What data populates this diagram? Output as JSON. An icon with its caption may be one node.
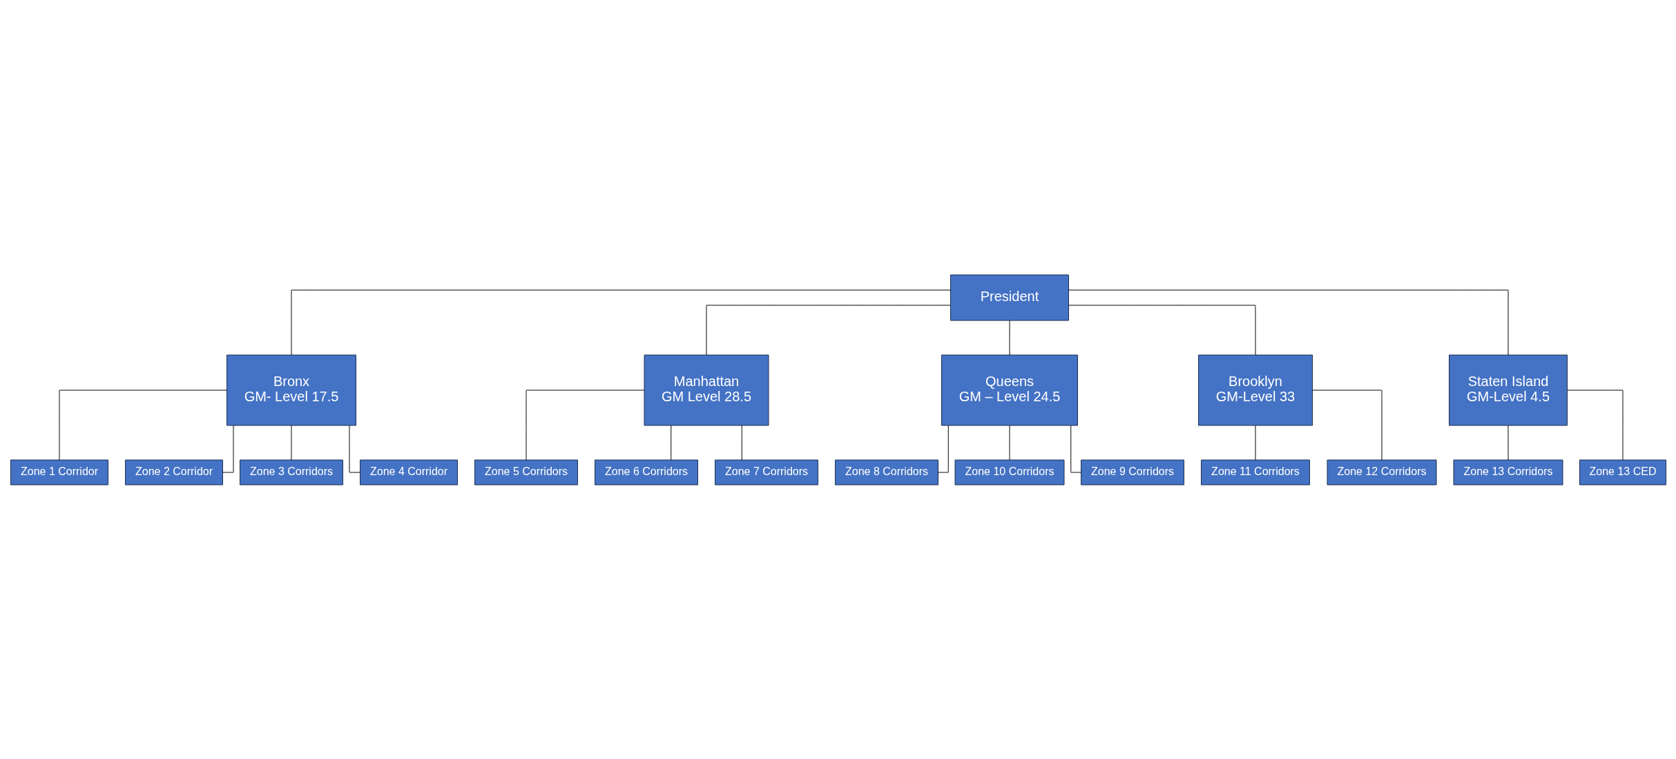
{
  "diagram": {
    "nodes": [
      {
        "text": [
          "President"
        ]
      },
      {
        "text": [
          "Bronx",
          "GM- Level 17.5"
        ]
      },
      {
        "text": [
          "Manhattan",
          "GM Level 28.5"
        ]
      },
      {
        "text": [
          "Queens",
          "GM – Level 24.5"
        ]
      },
      {
        "text": [
          "Brooklyn",
          "GM-Level 33"
        ]
      },
      {
        "text": [
          "Staten Island",
          "GM-Level 4.5"
        ]
      },
      {
        "text": [
          "Zone 1 Corridor"
        ]
      },
      {
        "text": [
          "Zone 2 Corridor"
        ]
      },
      {
        "text": [
          "Zone 3 Corridors"
        ]
      },
      {
        "text": [
          "Zone 4 Corridor"
        ]
      },
      {
        "text": [
          "Zone 5 Corridors"
        ]
      },
      {
        "text": [
          "Zone 6 Corridors"
        ]
      },
      {
        "text": [
          "Zone 7 Corridors"
        ]
      },
      {
        "text": [
          "Zone 8 Corridors"
        ]
      },
      {
        "text": [
          "Zone 10 Corridors"
        ]
      },
      {
        "text": [
          "Zone 9 Corridors"
        ]
      },
      {
        "text": [
          "Zone 11 Corridors"
        ]
      },
      {
        "text": [
          "Zone 12 Corridors"
        ]
      },
      {
        "text": [
          "Zone 13 Corridors"
        ]
      },
      {
        "text": [
          "Zone 13 CED"
        ]
      }
    ],
    "edges": [
      {
        "from": 0,
        "to": 1,
        "arrow": "none"
      },
      {
        "from": 0,
        "to": 2,
        "arrow": "none"
      },
      {
        "from": 0,
        "to": 3,
        "arrow": "none"
      },
      {
        "from": 0,
        "to": 4,
        "arrow": "none"
      },
      {
        "from": 0,
        "to": 5,
        "arrow": "none"
      },
      {
        "from": 1,
        "to": 6,
        "arrow": "none"
      },
      {
        "from": 1,
        "to": 7,
        "arrow": "none"
      },
      {
        "from": 1,
        "to": 8,
        "arrow": "none"
      },
      {
        "from": 1,
        "to": 9,
        "arrow": "none"
      },
      {
        "from": 2,
        "to": 10,
        "arrow": "none"
      },
      {
        "from": 2,
        "to": 11,
        "arrow": "none"
      },
      {
        "from": 2,
        "to": 12,
        "arrow": "none"
      },
      {
        "from": 3,
        "to": 13,
        "arrow": "none"
      },
      {
        "from": 3,
        "to": 14,
        "arrow": "none"
      },
      {
        "from": 3,
        "to": 15,
        "arrow": "none"
      },
      {
        "from": 4,
        "to": 16,
        "arrow": "none"
      },
      {
        "from": 4,
        "to": 17,
        "arrow": "none"
      },
      {
        "from": 5,
        "to": 18,
        "arrow": "none"
      },
      {
        "from": 5,
        "to": 19,
        "arrow": "none"
      }
    ]
  }
}
